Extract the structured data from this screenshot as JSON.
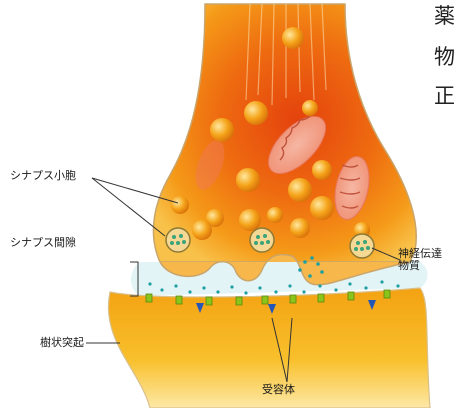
{
  "text_fragments": [
    "薬",
    "物",
    "正"
  ],
  "labels": {
    "synaptic_vesicle": "シナプス小胞",
    "synaptic_cleft": "シナプス間隙",
    "neurotransmitter": "神経伝達\n物質",
    "dendritic_spine": "樹状突起",
    "receptor": "受容体"
  },
  "colors": {
    "terminal_orange": "#f28a16",
    "terminal_core": "#e8430c",
    "spine_yellow": "#f6b21a",
    "cleft_blue": "#dff3f5",
    "dot_teal": "#1f9fa2",
    "receptor_green": "#8bc41a",
    "receptor_blue": "#2456b8"
  }
}
